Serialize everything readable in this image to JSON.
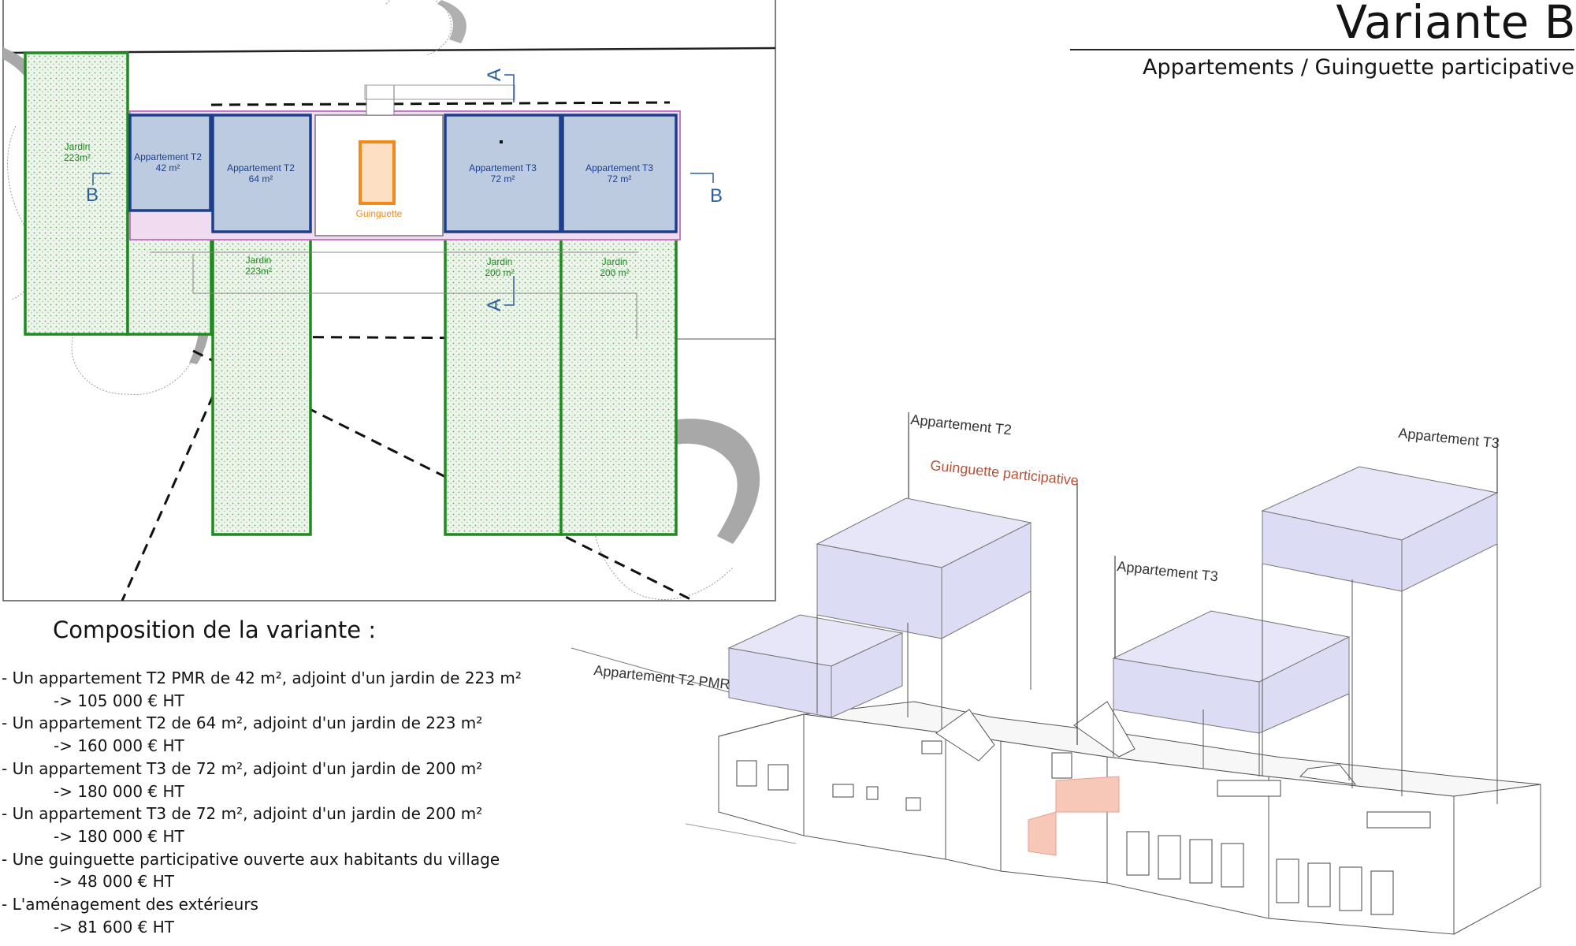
{
  "header": {
    "title": "Variante B",
    "subtitle": "Appartements / Guinguette participative"
  },
  "plan": {
    "section_a": "A",
    "section_b": "B",
    "units": [
      {
        "id": "t2pmr",
        "name": "Appartement T2",
        "area": "42 m²"
      },
      {
        "id": "t2",
        "name": "Appartement T2",
        "area": "64 m²"
      },
      {
        "id": "t3a",
        "name": "Appartement T3",
        "area": "72 m²"
      },
      {
        "id": "t3b",
        "name": "Appartement T3",
        "area": "72 m²"
      }
    ],
    "guinguette": "Guinguette",
    "gardens": [
      {
        "name": "Jardin",
        "area": "223m²"
      },
      {
        "name": "Jardin",
        "area": "223m²"
      },
      {
        "name": "Jardin",
        "area": "200 m²"
      },
      {
        "name": "Jardin",
        "area": "200 m²"
      }
    ]
  },
  "axo": {
    "labels": {
      "t2": "Appartement T2",
      "guinguette": "Guinguette participative",
      "t3_right": "Appartement T3",
      "t3_mid": "Appartement T3",
      "t2_pmr": "Appartement T2 PMR"
    }
  },
  "composition": {
    "title": "Composition de la variante :",
    "items": [
      {
        "text": "- Un appartement T2 PMR de 42 m², adjoint d'un jardin de 223 m²",
        "price": "-> 105 000 € HT"
      },
      {
        "text": "- Un appartement T2 de 64 m², adjoint d'un jardin de 223 m²",
        "price": "-> 160 000 € HT"
      },
      {
        "text": "- Un appartement T3 de 72 m², adjoint d'un jardin de 200 m²",
        "price": "-> 180 000 € HT"
      },
      {
        "text": "- Un appartement T3 de 72 m², adjoint d'un jardin de 200 m²",
        "price": "-> 180 000 € HT"
      },
      {
        "text": "- Une guinguette participative ouverte aux habitants du village",
        "price": "-> 48 000 € HT"
      },
      {
        "text": "- L'aménagement des extérieurs",
        "price": "-> 81 600 € HT"
      }
    ]
  },
  "colors": {
    "garden_green": "#1f8a1f",
    "apartment_blue": "#1c3f8c",
    "apartment_fill": "#bccbe0",
    "guinguette_orange": "#f28a1a",
    "volume_fill": "#dcdcf5",
    "section_blue": "#2a5f9c"
  }
}
